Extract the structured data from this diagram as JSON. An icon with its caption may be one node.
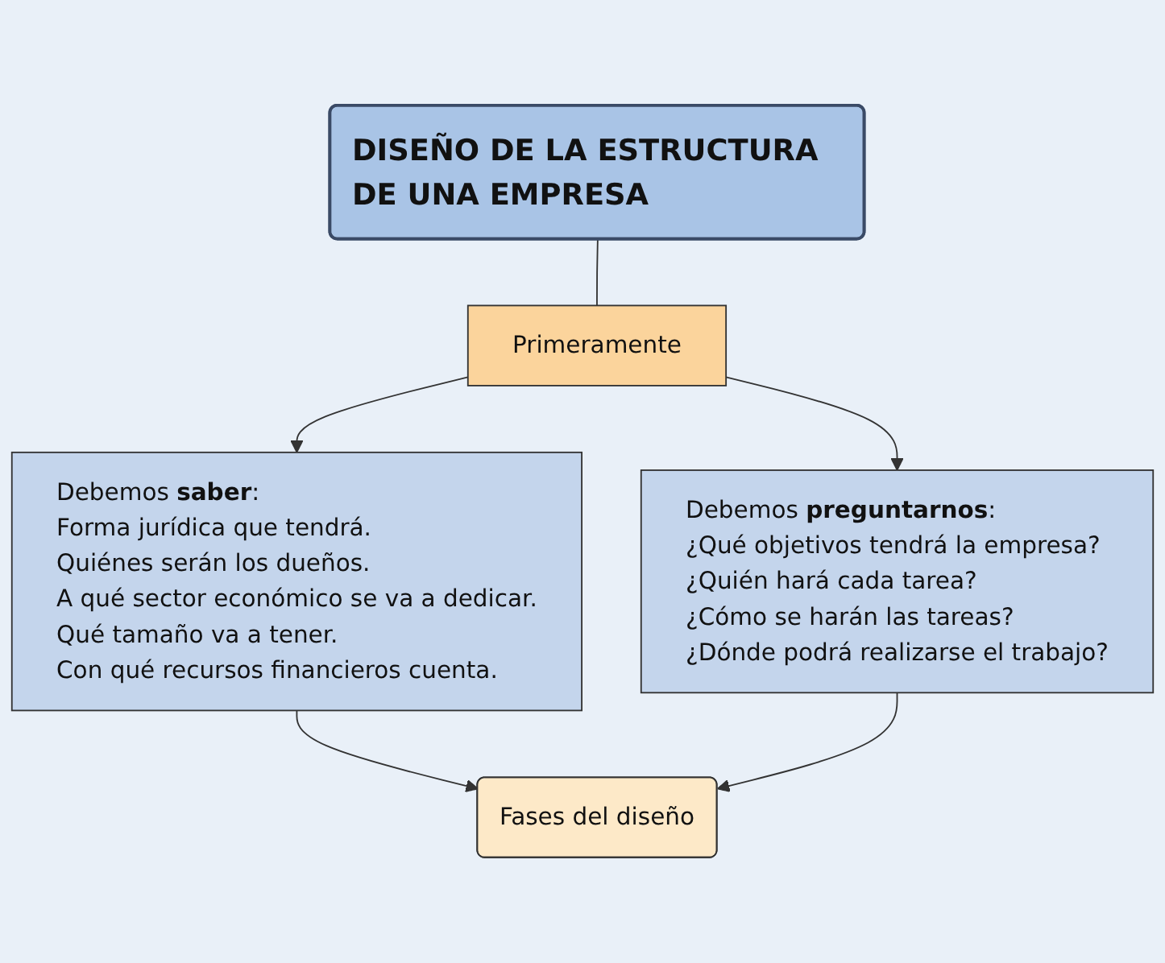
{
  "diagram": {
    "nodes": [
      {
        "text": [
          "DISEÑO DE LA ESTRUCTURA DE UNA EMPRESA"
        ]
      },
      {
        "text": [
          "Primeramente"
        ]
      },
      {
        "text": [
          "Debemos **saber**:",
          "Forma jurídica que tendrá.",
          "Quiénes serán los dueños.",
          "A qué sector económico se va a dedicar.",
          "Qué tamaño va a tener.",
          "Con qué recursos financieros cuenta."
        ]
      },
      {
        "text": [
          "Debemos **preguntarnos**:",
          "¿Qué objetivos tendrá la empresa?",
          "¿Quién hará cada tarea?",
          "¿Cómo se harán las tareas?",
          "¿Dónde podrá realizarse el trabajo?"
        ]
      },
      {
        "text": [
          "Fases del diseño"
        ]
      }
    ],
    "edges": [
      {
        "from": 0,
        "to": 1,
        "arrow": "none"
      },
      {
        "from": 1,
        "to": 2,
        "arrow": "to"
      },
      {
        "from": 1,
        "to": 3,
        "arrow": "to"
      },
      {
        "from": 2,
        "to": 4,
        "arrow": "to"
      },
      {
        "from": 3,
        "to": 4,
        "arrow": "to"
      }
    ]
  }
}
